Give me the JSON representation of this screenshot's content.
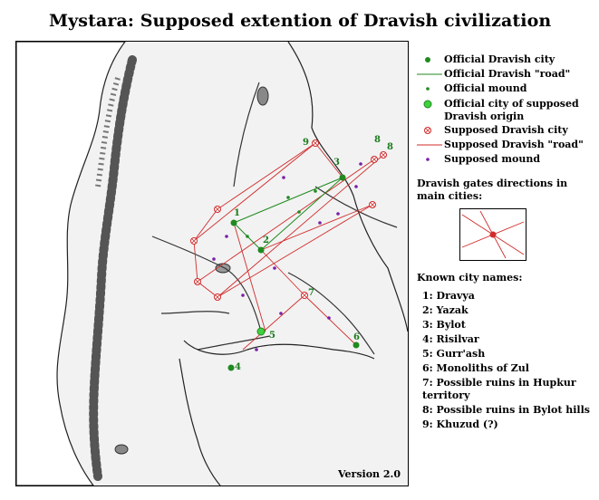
{
  "title": "Mystara: Supposed extention of Dravish civilization",
  "version": "Version 2.0",
  "colors": {
    "official": "#1f8a1f",
    "official_origin": "#3fd13f",
    "supposed": "#d12b2b",
    "supposed_mound": "#7a1fa8",
    "land": "#f2f2f2",
    "water_lines": "#333333"
  },
  "legend": {
    "items": [
      {
        "label": "Official Dravish city",
        "symbol": "official-city"
      },
      {
        "label": "Official Dravish \"road\"",
        "symbol": "official-road"
      },
      {
        "label": "Official mound",
        "symbol": "official-mound"
      },
      {
        "label": "Official city of supposed Dravish origin",
        "symbol": "official-origin"
      },
      {
        "label": "Supposed Dravish city",
        "symbol": "supposed-city"
      },
      {
        "label": "Supposed Dravish \"road\"",
        "symbol": "supposed-road"
      },
      {
        "label": "Supposed mound",
        "symbol": "supposed-mound"
      }
    ]
  },
  "gates": {
    "title": "Dravish gates directions in main cities:"
  },
  "known_names": {
    "title": "Known city names:",
    "items": [
      "1: Dravya",
      "2: Yazak",
      "3: Bylot",
      "4: Risilvar",
      "5: Gurr'ash",
      "6: Monoliths of Zul",
      "7: Possible ruins in Hupkur territory",
      "8: Possible ruins in Bylot hills",
      "9: Khuzud (?)"
    ]
  },
  "map_labels": [
    "1",
    "2",
    "3",
    "4",
    "5",
    "6",
    "7",
    "8",
    "8",
    "9"
  ]
}
